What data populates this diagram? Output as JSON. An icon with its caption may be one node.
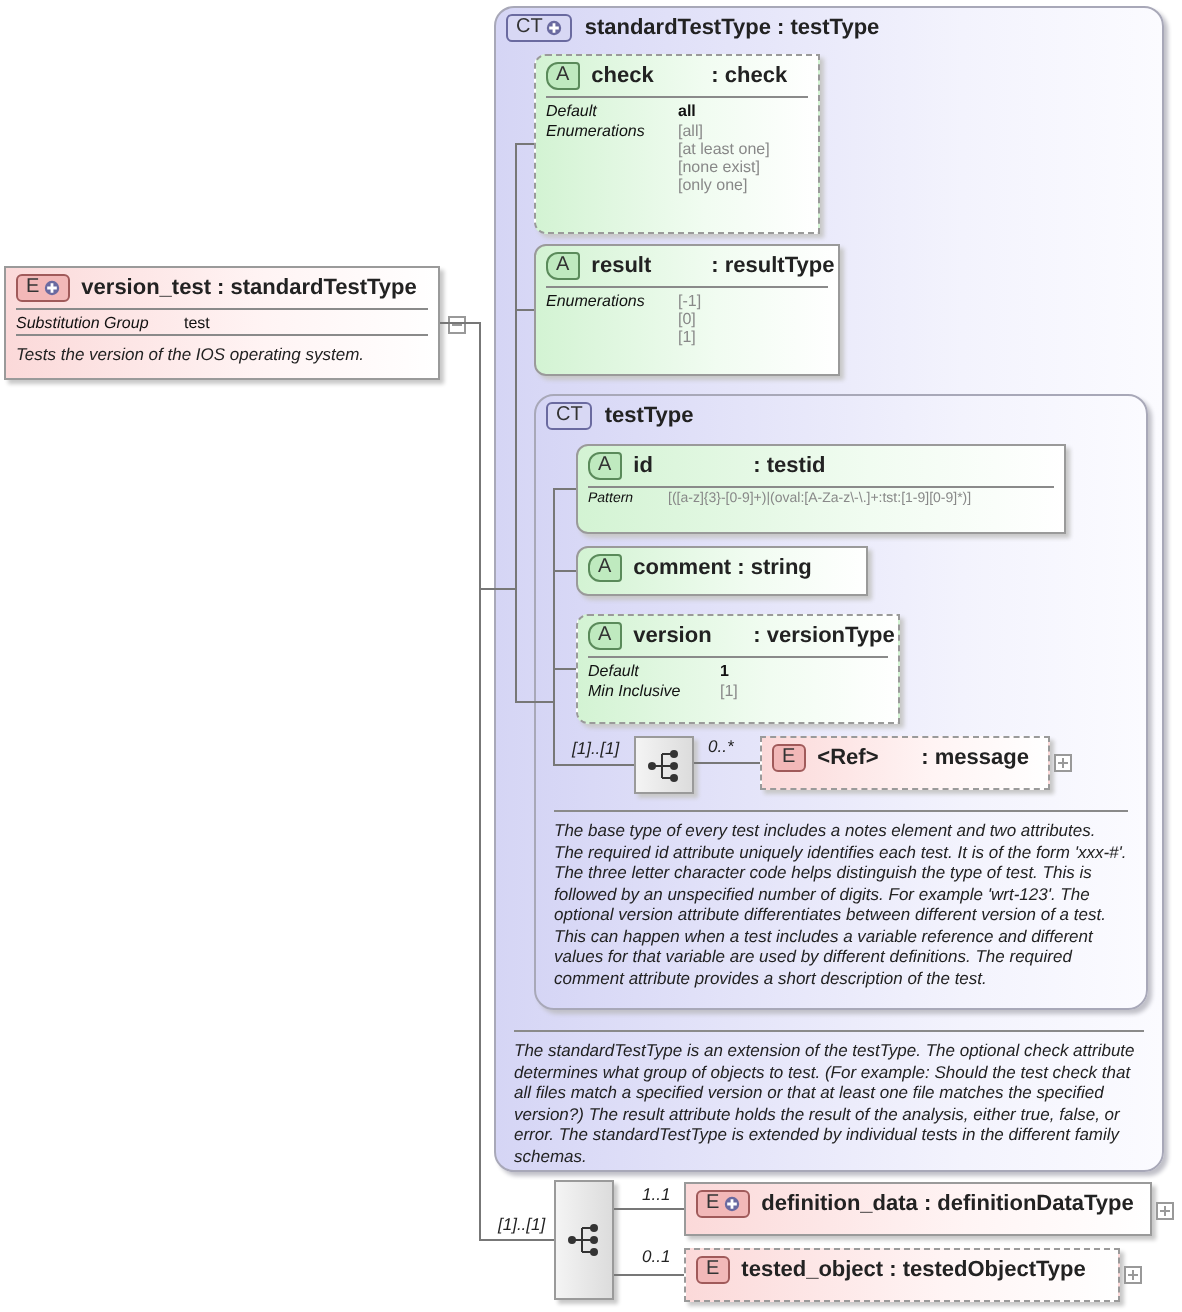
{
  "diagram": {
    "nodes": [
      {
        "text": [
          "E",
          "version_test : standardTestType",
          "Substitution Group",
          "test",
          "Tests the version of the IOS operating system."
        ]
      },
      {
        "text": [
          "CT",
          "standardTestType : testType",
          "The standardTestType is an extension of the testType. The optional check attribute determines what group of objects to test. (For example: Should the test check that all files match a specified version or that at least one file matches the specified version?) The result attribute holds the result of the analysis, either true, false, or error. The standardTestType is extended by individual tests in the different family schemas."
        ]
      },
      {
        "text": [
          "A",
          "check",
          ": check",
          "Default",
          "all",
          "Enumerations",
          "[all]",
          "[at least one]",
          "[none exist]",
          "[only one]"
        ],
        "in": 1
      },
      {
        "text": [
          "A",
          "result",
          ": resultType",
          "Enumerations",
          "[-1]",
          "[0]",
          "[1]"
        ],
        "in": 1
      },
      {
        "text": [
          "CT",
          "testType",
          "The base type of every test includes a notes element and two attributes. The required id attribute uniquely identifies each test. It is of the form 'xxx-#'. The three letter character code helps distinguish the type of test. This is followed by an unspecified number of digits. For example 'wrt-123'. The optional version attribute differentiates between different version of a test. This can happen when a test includes a variable reference and different values for that variable are used by different definitions. The required comment attribute provides a short description of the test."
        ],
        "in": 1
      },
      {
        "text": [
          "A",
          "id",
          ": testid",
          "Pattern",
          "[([a-z]{3}-[0-9]+)|(oval:[A-Za-z\\-\\.]+:tst:[1-9][0-9]*)]"
        ],
        "in": 4
      },
      {
        "text": [
          "A",
          "comment : string"
        ],
        "in": 4
      },
      {
        "text": [
          "A",
          "version",
          ": versionType",
          "Default",
          "1",
          "Min Inclusive",
          "[1]"
        ],
        "in": 4
      },
      {
        "text": [],
        "shape": "box",
        "in": 4
      },
      {
        "text": [
          "E",
          "<Ref>",
          ": message"
        ],
        "in": 4
      },
      {
        "text": [],
        "shape": "box"
      },
      {
        "text": [
          "E",
          "definition_data : definitionDataType"
        ]
      },
      {
        "text": [
          "E",
          "tested_object : testedObjectType"
        ]
      }
    ],
    "edges": [
      {
        "from": 0,
        "to": 1,
        "arrow": "none"
      },
      {
        "from": 1,
        "to": 2,
        "arrow": "none"
      },
      {
        "from": 1,
        "to": 3,
        "arrow": "none"
      },
      {
        "from": 1,
        "to": 4,
        "arrow": "none"
      },
      {
        "from": 4,
        "to": 5,
        "arrow": "none"
      },
      {
        "from": 4,
        "to": 6,
        "arrow": "none"
      },
      {
        "from": 4,
        "to": 7,
        "arrow": "none"
      },
      {
        "from": 4,
        "to": 8,
        "arrow": "none",
        "label": "[1]..[1]"
      },
      {
        "from": 8,
        "to": 9,
        "arrow": "none",
        "label": "0..*"
      },
      {
        "from": 0,
        "to": 10,
        "arrow": "none",
        "label": "[1]..[1]"
      },
      {
        "from": 10,
        "to": 11,
        "arrow": "none",
        "label": "1..1"
      },
      {
        "from": 10,
        "to": 12,
        "arrow": "none",
        "label": "0..1"
      }
    ]
  }
}
